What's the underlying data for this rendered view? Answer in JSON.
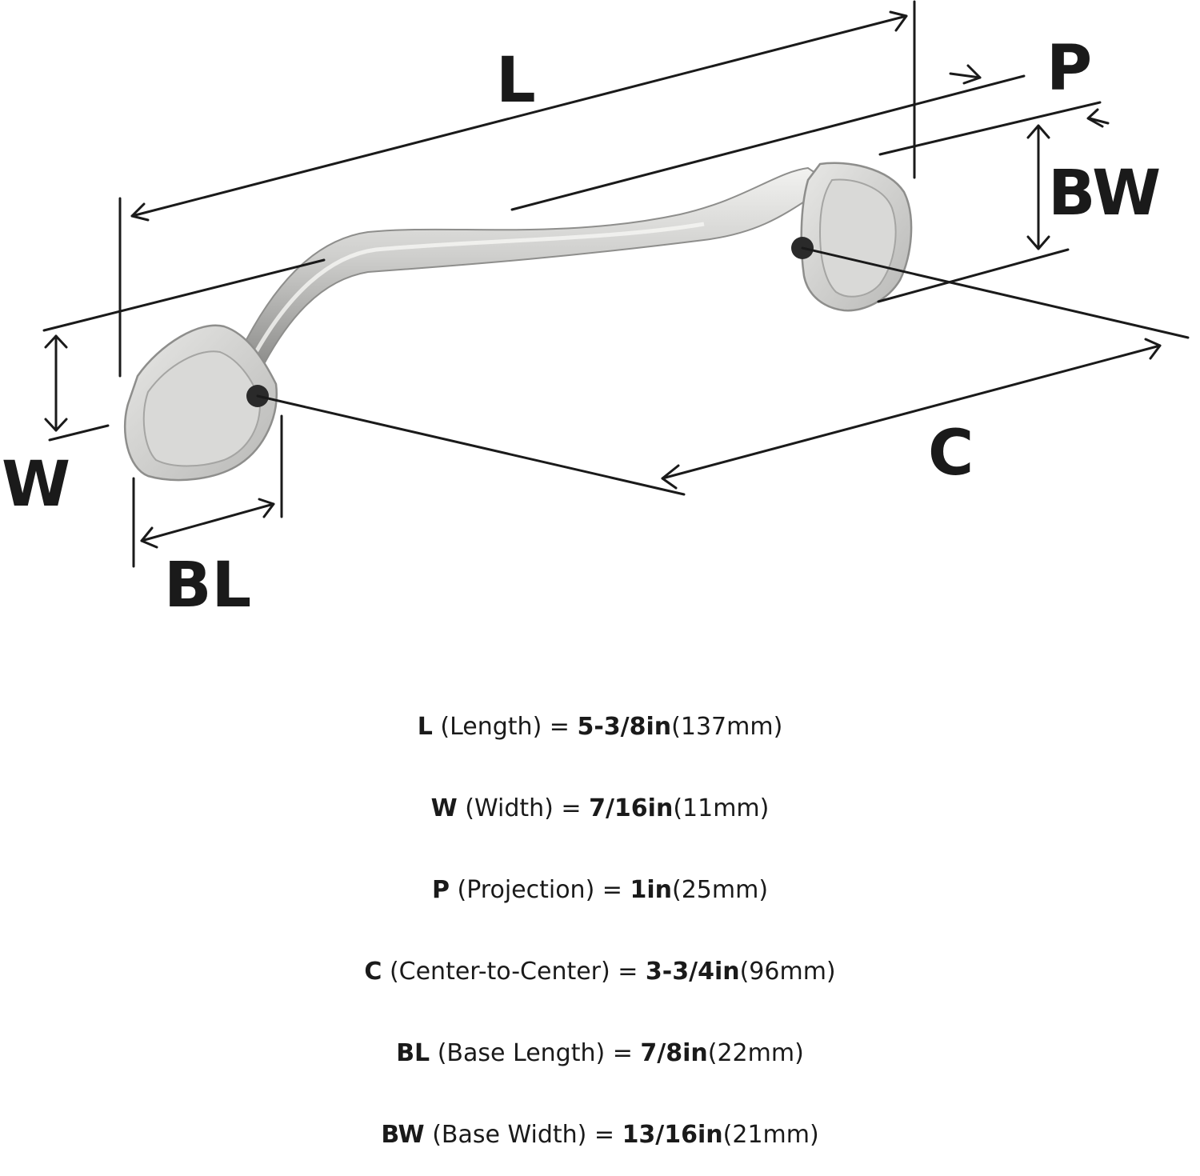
{
  "dimension_labels": {
    "length": "L",
    "projection": "P",
    "base_width": "BW",
    "width": "W",
    "center": "C",
    "base_length": "BL"
  },
  "specs": [
    {
      "code": "L",
      "desc": "(Length) = ",
      "inch": "5-3/8in",
      "mm": "(137mm)"
    },
    {
      "code": "W",
      "desc": "(Width) = ",
      "inch": "7/16in",
      "mm": "(11mm)"
    },
    {
      "code": "P",
      "desc": "(Projection) = ",
      "inch": "1in",
      "mm": "(25mm)"
    },
    {
      "code": "C",
      "desc": "(Center-to-Center) = ",
      "inch": "3-3/4in",
      "mm": "(96mm)"
    },
    {
      "code": "BL",
      "desc": "(Base Length) = ",
      "inch": "7/8in",
      "mm": "(22mm)"
    },
    {
      "code": "BW",
      "desc": "(Base Width) = ",
      "inch": "13/16in",
      "mm": "(21mm)"
    }
  ],
  "colors": {
    "ink": "#1a1a1a",
    "metal_light": "#e4e4e2",
    "metal_mid": "#c4c4c2",
    "metal_dark": "#8e8e8c",
    "background": "#ffffff"
  }
}
